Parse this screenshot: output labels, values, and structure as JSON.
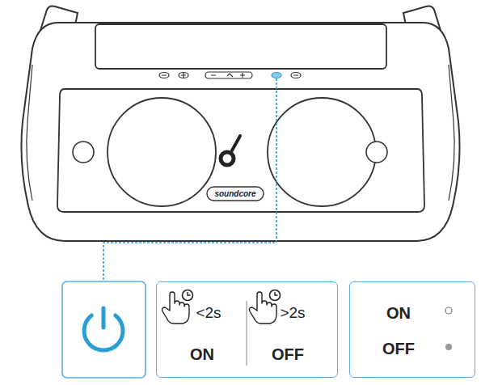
{
  "diagram": {
    "nodes": [
      {
        "text": [
          "<2s",
          "ON",
          ">2s",
          "OFF"
        ]
      },
      {
        "text": [
          "ON",
          "OFF"
        ]
      }
    ],
    "labels": [
      "soundcore"
    ]
  }
}
